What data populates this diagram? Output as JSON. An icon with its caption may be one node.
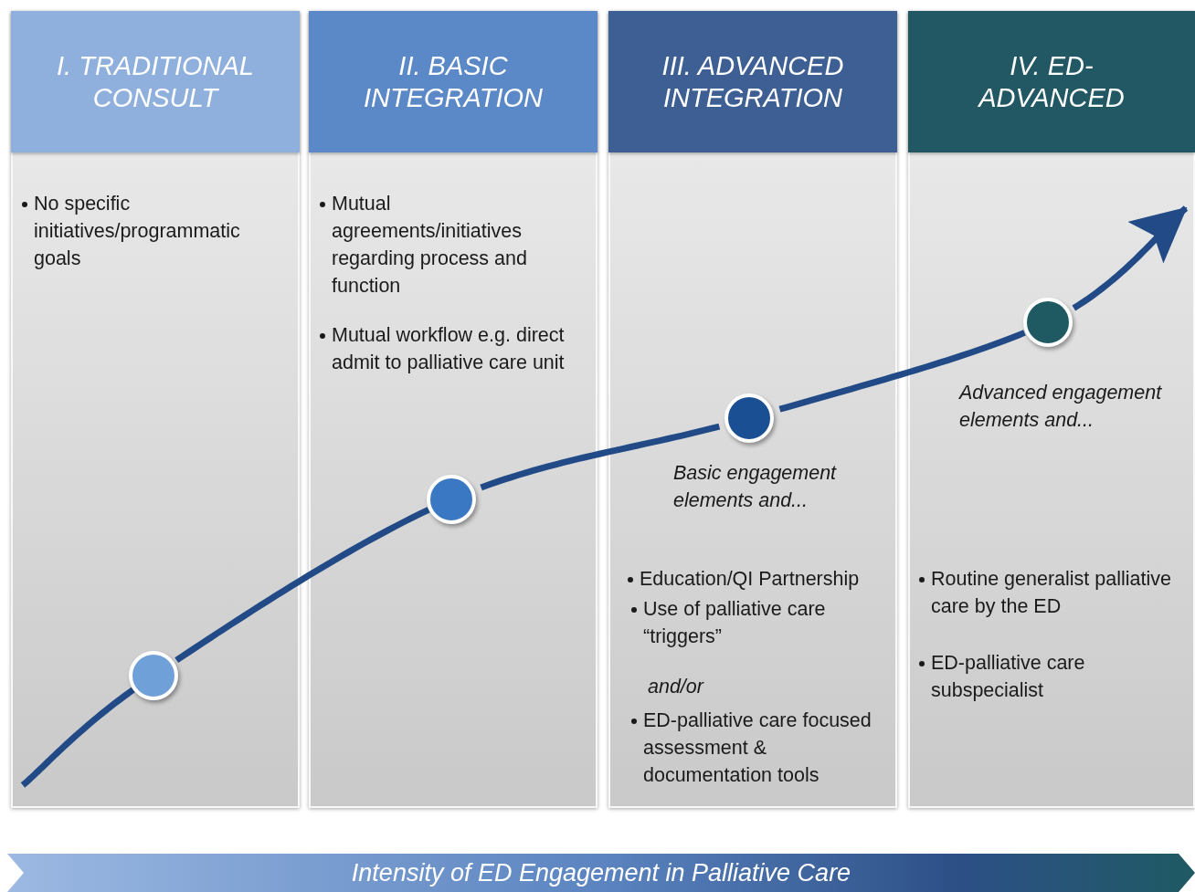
{
  "diagram": {
    "nodes": [
      {
        "text": [
          "I. TRADITIONAL CONSULT",
          "No specific initiatives/programmatic goals"
        ]
      },
      {
        "text": [
          "II. BASIC INTEGRATION",
          "Mutual agreements/initiatives regarding process and function",
          "Mutual workflow e.g. direct admit to palliative care unit"
        ]
      },
      {
        "text": [
          "III. ADVANCED INTEGRATION",
          "Basic engagement elements and...",
          "Education/QI Partnership",
          "Use of palliative care “triggers”",
          "and/or",
          "ED-palliative care focused assessment & documentation tools"
        ]
      },
      {
        "text": [
          "IV. ED-ADVANCED",
          "Advanced engagement elements and...",
          "Routine generalist palliative care by the ED",
          "ED-palliative care subspecialist"
        ]
      },
      {
        "text": [],
        "shape": "circle",
        "in": 0
      },
      {
        "text": [],
        "shape": "circle",
        "in": 1
      },
      {
        "text": [],
        "shape": "circle",
        "in": 2
      },
      {
        "text": [],
        "shape": "circle",
        "in": 3
      },
      {
        "text": [
          "Intensity of ED Engagement in Palliative Care"
        ]
      }
    ],
    "edges": [
      {
        "from": null,
        "to": 4,
        "arrow": "none"
      },
      {
        "from": 4,
        "to": 5,
        "arrow": "none"
      },
      {
        "from": 5,
        "to": 6,
        "arrow": "none"
      },
      {
        "from": 6,
        "to": 7,
        "arrow": "none"
      },
      {
        "from": 7,
        "to": null,
        "arrow": "to"
      }
    ]
  }
}
